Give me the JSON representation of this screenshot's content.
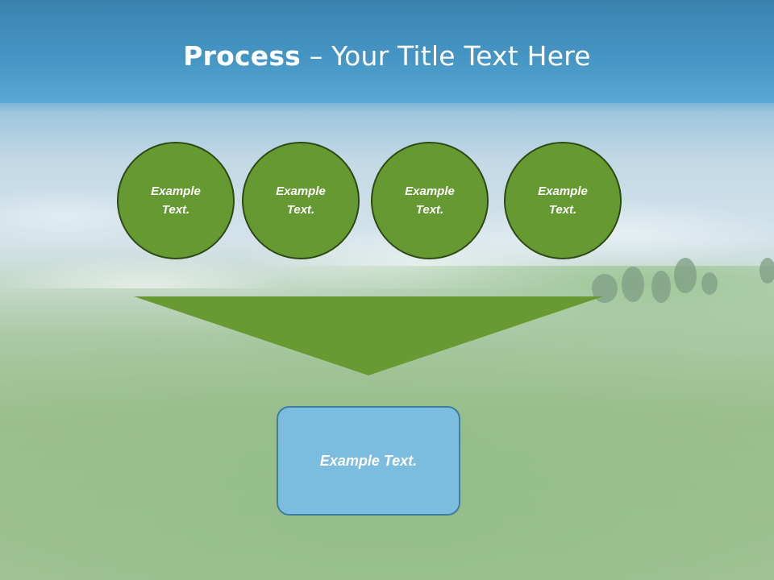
{
  "slide": {
    "title_bold": "Process",
    "title_rest": " – Your Title Text Here"
  },
  "steps": [
    {
      "label": "Example Text."
    },
    {
      "label": "Example Text."
    },
    {
      "label": "Example Text."
    },
    {
      "label": "Example Text."
    }
  ],
  "result": {
    "label": "Example Text."
  },
  "colors": {
    "circle_fill": "#679932",
    "circle_border": "#2d4a16",
    "funnel_fill": "#689932",
    "result_fill": "#7bbcdf",
    "result_border": "#3f7f9c",
    "title_band": "#4595c4"
  },
  "background": "sky-and-meadow-photo"
}
